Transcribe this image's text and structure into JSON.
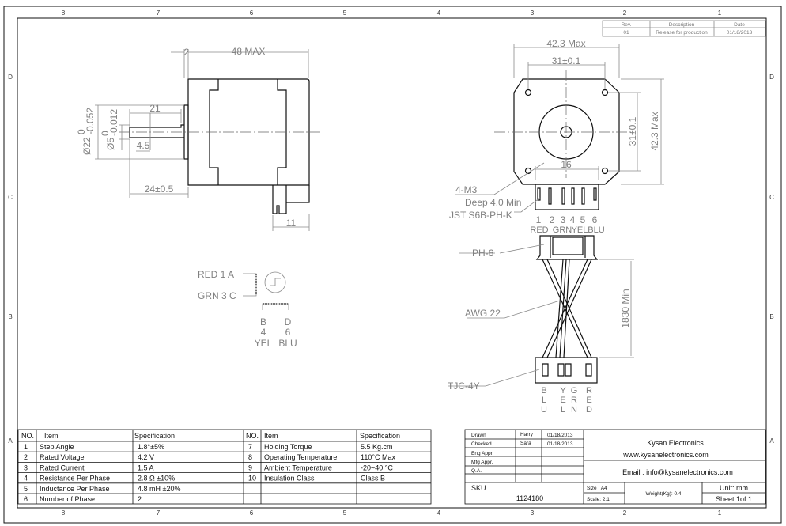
{
  "zones": {
    "cols": [
      "8",
      "7",
      "6",
      "5",
      "4",
      "3",
      "2",
      "1"
    ],
    "rows": [
      "D",
      "C",
      "B",
      "A"
    ]
  },
  "revision": {
    "headers": [
      "Rev.",
      "Description",
      "Date"
    ],
    "row": [
      "01",
      "Release for production",
      "01/18/2013"
    ]
  },
  "side_view": {
    "dim_flange": "2",
    "dim_length": "48 MAX",
    "dim_shaft": "21",
    "dim_flat": "4.5",
    "dim_shaft_total": "24±0.5",
    "dim_connector": "11",
    "dia_boss": "Ø22",
    "dia_boss_tol_upper": "0",
    "dia_boss_tol_lower": "-0.052",
    "dia_shaft": "Ø5",
    "dia_shaft_tol_upper": "0",
    "dia_shaft_tol_lower": "-0.012"
  },
  "front_view": {
    "width_max": "42.3 Max",
    "hole_spacing_h": "31±0.1",
    "hole_spacing_v": "31±0.1",
    "height_max": "42.3 Max",
    "connector_width": "16",
    "holes": "4-M3",
    "holes_depth": "Deep 4.0 Min",
    "connector": "JST S6B-PH-K",
    "pins": [
      "1",
      "2",
      "3",
      "4",
      "5",
      "6"
    ],
    "pin_colors": [
      "RED",
      "GRN",
      "YEL",
      "BLU"
    ]
  },
  "cable": {
    "plug": "PH-6",
    "wire": "AWG 22",
    "length": "1830 Min",
    "end_connector": "TJC-4Y",
    "end_colors": [
      [
        "B",
        "L",
        "U"
      ],
      [
        "Y",
        "E",
        "L"
      ],
      [
        "G",
        "R",
        "N"
      ],
      [
        "R",
        "E",
        "D"
      ]
    ]
  },
  "schematic": {
    "a": "RED  1  A",
    "c": "GRN  3  C",
    "b": "B",
    "b_pin": "4",
    "b_col": "YEL",
    "d": "D",
    "d_pin": "6",
    "d_col": "BLU"
  },
  "specs": {
    "headers": [
      "NO.",
      "Item",
      "Specification",
      "NO.",
      "Item",
      "Specification"
    ],
    "left": [
      [
        "1",
        "Step Angle",
        "1.8°±5%"
      ],
      [
        "2",
        "Rated Voltage",
        "4.2 V"
      ],
      [
        "3",
        "Rated Current",
        "1.5 A"
      ],
      [
        "4",
        "Resistance Per Phase",
        "2.8 Ω  ±10%"
      ],
      [
        "5",
        "Inductance Per Phase",
        "4.8 mH ±20%"
      ],
      [
        "6",
        "Number of Phase",
        "2"
      ]
    ],
    "right": [
      [
        "7",
        "Holding Torque",
        "5.5 Kg.cm"
      ],
      [
        "8",
        "Operating Temperature",
        "110°C Max"
      ],
      [
        "9",
        "Ambient Temperature",
        "-20~40 °C"
      ],
      [
        "10",
        "Insulation Class",
        "Class B"
      ]
    ]
  },
  "title_block": {
    "rows": [
      [
        "Drawn",
        "Harry",
        "01/18/2013"
      ],
      [
        "Checked",
        "Sara",
        "01/18/2013"
      ],
      [
        "Eng Appr.",
        "",
        ""
      ],
      [
        "Mfg Appr.",
        "",
        ""
      ],
      [
        "Q.A.",
        "",
        ""
      ]
    ],
    "company": "Kysan Electronics",
    "website": "www.kysanelectronics.com",
    "email": "Email : info@kysanelectronics.com",
    "sku_label": "SKU",
    "sku": "1124180",
    "size": "Size : A4",
    "scale": "Scale: 2:1",
    "weight": "Weight(Kg):  0.4",
    "unit": "Unit: mm",
    "sheet": "Sheet 1of 1"
  }
}
